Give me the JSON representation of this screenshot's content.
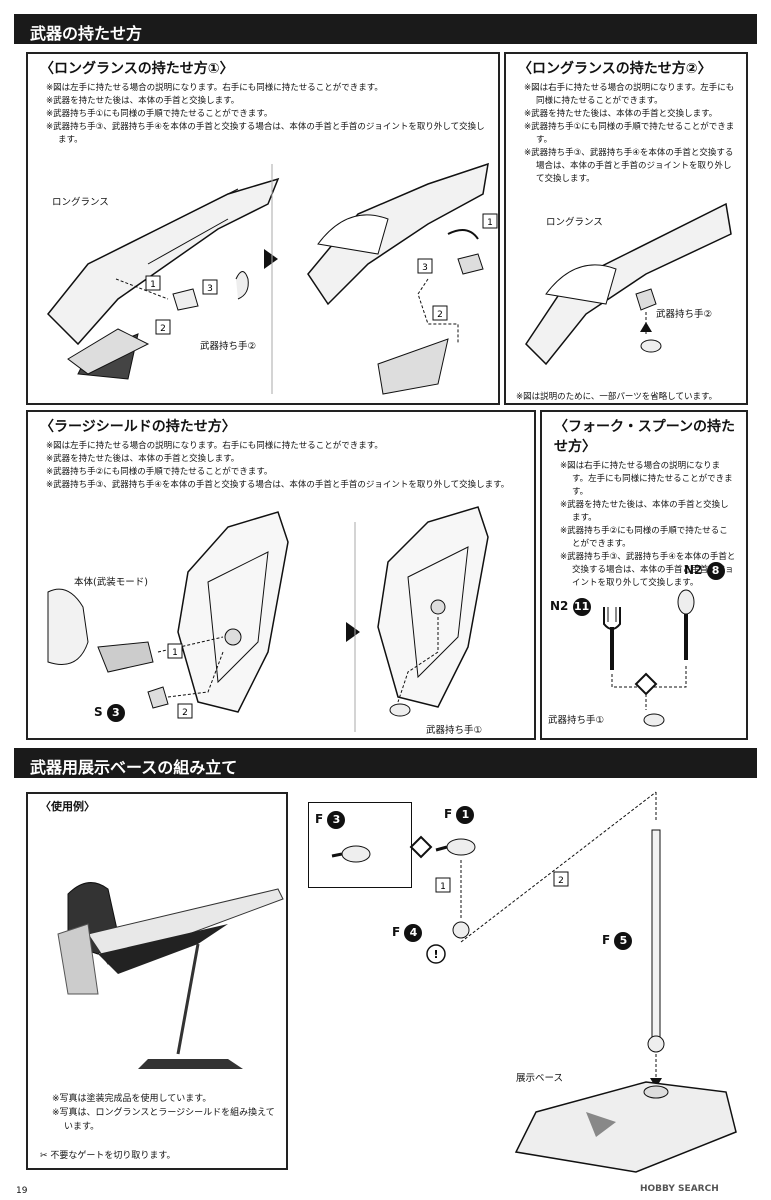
{
  "section1": {
    "title": "武器の持たせ方"
  },
  "longlance1": {
    "title": "〈ロングランスの持たせ方①〉",
    "notes": [
      "※図は左手に持たせる場合の説明になります。右手にも同様に持たせることができます。",
      "※武器を持たせた後は、本体の手首と交換します。",
      "※武器持ち手①にも同様の手順で持たせることができます。",
      "※武器持ち手③、武器持ち手④を本体の手首と交換する場合は、本体の手首と手首のジョイントを取り外して交換します。"
    ],
    "label_lance": "ロングランス",
    "label_hand": "武器持ち手②",
    "steps": [
      "1",
      "2",
      "3"
    ]
  },
  "longlance2": {
    "title": "〈ロングランスの持たせ方②〉",
    "notes": [
      "※図は右手に持たせる場合の説明になります。左手にも同様に持たせることができます。",
      "※武器を持たせた後は、本体の手首と交換します。",
      "※武器持ち手①にも同様の手順で持たせることができます。",
      "※武器持ち手③、武器持ち手④を本体の手首と交換する場合は、本体の手首と手首のジョイントを取り外して交換します。"
    ],
    "label_lance": "ロングランス",
    "label_hand": "武器持ち手②",
    "footnote": "※図は説明のために、一部パーツを省略しています。"
  },
  "shield": {
    "title": "〈ラージシールドの持たせ方〉",
    "notes": [
      "※図は左手に持たせる場合の説明になります。右手にも同様に持たせることができます。",
      "※武器を持たせた後は、本体の手首と交換します。",
      "※武器持ち手②にも同様の手順で持たせることができます。",
      "※武器持ち手③、武器持ち手④を本体の手首と交換する場合は、本体の手首と手首のジョイントを取り外して交換します。"
    ],
    "label_body": "本体(武装モード)",
    "label_part": "S",
    "label_partnum": "3",
    "label_hand": "武器持ち手①",
    "steps": [
      "1",
      "2"
    ]
  },
  "fork": {
    "title": "〈フォーク・スプーンの持たせ方〉",
    "notes": [
      "※図は右手に持たせる場合の説明になります。左手にも同様に持たせることができます。",
      "※武器を持たせた後は、本体の手首と交換します。",
      "※武器持ち手②にも同様の手順で持たせることができます。",
      "※武器持ち手③、武器持ち手④を本体の手首と交換する場合は、本体の手首と手首のジョイントを取り外して交換します。"
    ],
    "label_n2a": "N2",
    "num_a": "11",
    "label_n2b": "N2",
    "num_b": "8",
    "label_hand": "武器持ち手①"
  },
  "section2": {
    "title": "武器用展示ベースの組み立て"
  },
  "base": {
    "example_title": "〈使用例〉",
    "notes": [
      "※写真は塗装完成品を使用しています。",
      "※写真は、ロングランスとラージシールドを組み換えています。"
    ],
    "gate_note": "不要なゲートを切り取ります。",
    "parts": [
      {
        "letter": "F",
        "num": "3"
      },
      {
        "letter": "F",
        "num": "1"
      },
      {
        "letter": "F",
        "num": "4"
      },
      {
        "letter": "F",
        "num": "5"
      }
    ],
    "label_base": "展示ベース",
    "steps": [
      "1",
      "2"
    ]
  },
  "page_number": "19",
  "watermark": "HOBBY SEARCH"
}
